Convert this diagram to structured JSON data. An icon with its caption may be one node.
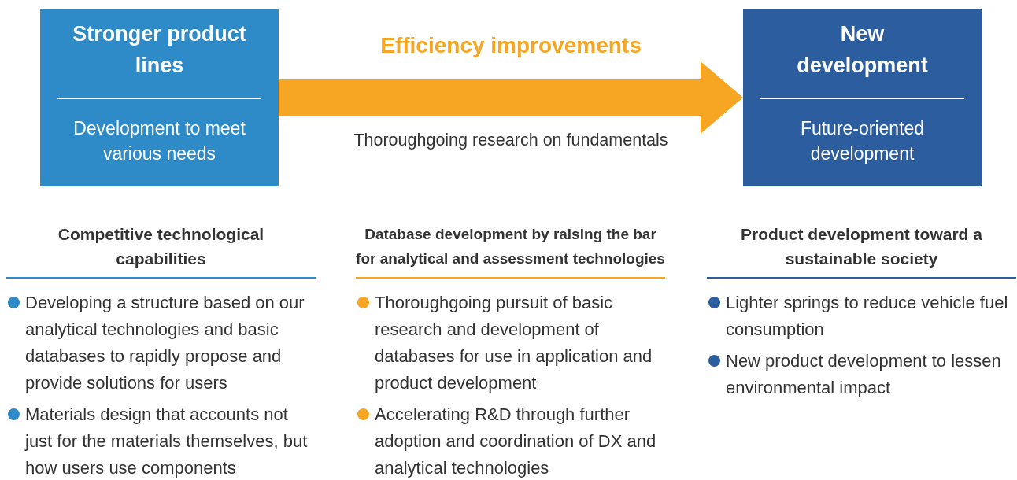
{
  "diagram": {
    "nodes": [
      {
        "text": [
          "Stronger product lines",
          "Development to meet various needs"
        ]
      },
      {
        "text": [
          "New development",
          "Future-oriented development"
        ]
      }
    ],
    "edges": [
      {
        "from": 0,
        "to": 1,
        "arrow": "to",
        "label": "Efficiency improvements",
        "color": "#f6a623"
      }
    ],
    "labels": [
      "Thoroughgoing research on fundamentals",
      "Competitive technological capabilities",
      "Developing a structure based on our analytical technologies and basic databases to rapidly propose and provide solutions for users",
      "Materials design that accounts not just for the materials themselves, but how users use components",
      "Database development by raising the bar for analytical and assessment technologies",
      "Thoroughgoing pursuit of basic research and development of databases for use in application and product development",
      "Accelerating R&D through further adoption and coordination of DX and analytical technologies",
      "Product development toward a sustainable society",
      "Lighter springs to reduce vehicle fuel consumption",
      "New product development to lessen environmental impact"
    ]
  }
}
